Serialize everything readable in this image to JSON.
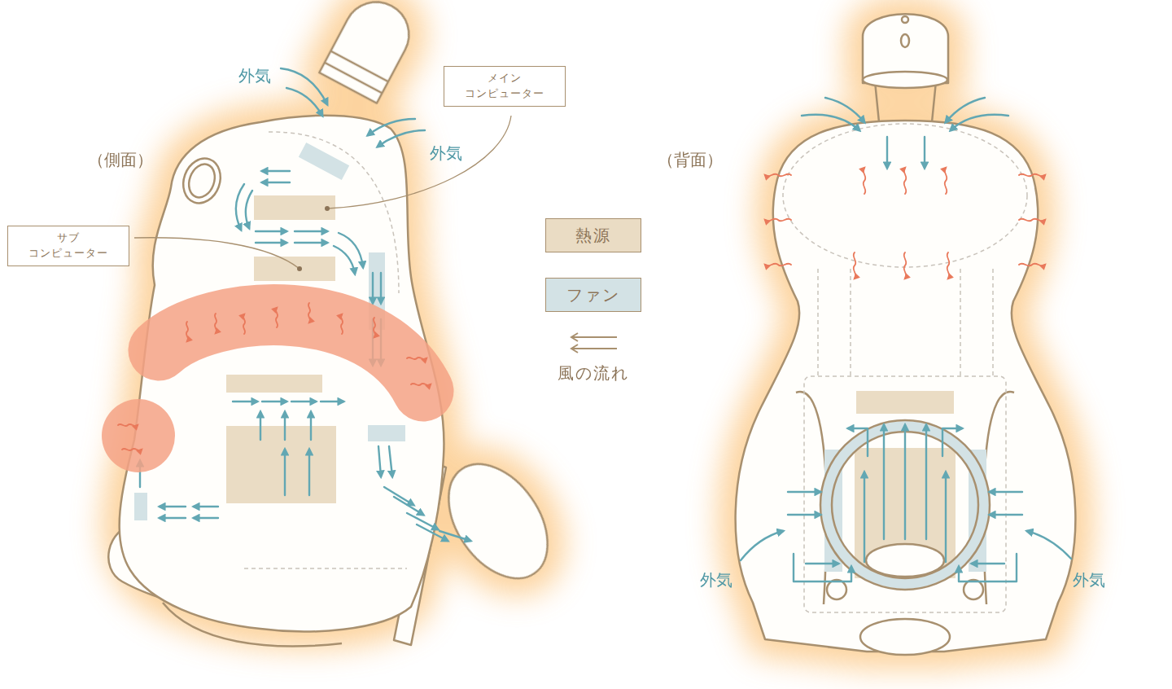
{
  "diagram": {
    "nodes": [
      {
        "text": [
          "メイン コンピューター"
        ]
      },
      {
        "text": [
          "サブ コンピューター"
        ]
      }
    ],
    "labels": [
      "外気",
      "外気",
      "（側面）",
      "（背面）",
      "外気",
      "外気"
    ],
    "legend": [
      {
        "text": "熱源",
        "color": "#eadcc4"
      },
      {
        "text": "ファン",
        "color": "#d3e2e5"
      },
      {
        "text": "風の流れ"
      }
    ]
  }
}
